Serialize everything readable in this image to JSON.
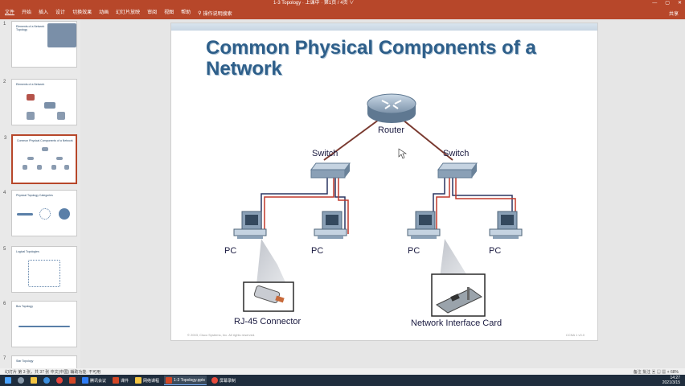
{
  "titlebar": {
    "doc_title": "1-3 Topology · 上课中 · 第1页 / 4页 ∨",
    "min": "—",
    "max": "▢",
    "close": "✕"
  },
  "ribbon": {
    "tabs": [
      "文件",
      "开始",
      "插入",
      "设计",
      "切换效果",
      "动画",
      "幻灯片放映",
      "审阅",
      "视图",
      "帮助"
    ],
    "search_label": "操作说明搜索",
    "share": "共享"
  },
  "thumbnails": [
    {
      "num": "1",
      "title": "Elements of a Network Topology"
    },
    {
      "num": "2",
      "title": "Elements of a Network"
    },
    {
      "num": "3",
      "title": "Common Physical Components of a Network"
    },
    {
      "num": "4",
      "title": "Physical Topology Categories"
    },
    {
      "num": "5",
      "title": "Logical Topologies"
    },
    {
      "num": "6",
      "title": "Bus Topology"
    },
    {
      "num": "7",
      "title": "Star Topology"
    }
  ],
  "slide": {
    "title": "Common Physical Components of a Network",
    "footer_left": "© 2003, Cisco Systems, Inc. All rights reserved.",
    "footer_right": "CCNA 1 v3.0"
  },
  "diagram": {
    "router_label": "Router",
    "switch_label": "Switch",
    "pc_label": "PC",
    "connector_label": "RJ-45 Connector",
    "nic_label": "Network Interface Card"
  },
  "statusbar": {
    "left": "幻灯片 第 3 张，共 37 张   中文(中国)   辅助功能: 不可用",
    "right": "备注   批注   ▣ ▤ ▦   +  68%"
  },
  "taskbar": {
    "items": [
      {
        "label": "",
        "icon": "windows-start-icon",
        "color": "#4aa3ff"
      },
      {
        "label": "",
        "icon": "search-icon",
        "color": "#8899aa"
      },
      {
        "label": "",
        "icon": "file-explorer-icon",
        "color": "#f4c542"
      },
      {
        "label": "",
        "icon": "browser-icon",
        "color": "#3b8ede"
      },
      {
        "label": "",
        "icon": "chrome-icon",
        "color": "#e8453c"
      },
      {
        "label": "",
        "icon": "wps-icon",
        "color": "#d24726"
      },
      {
        "label": "腾讯会议",
        "icon": "meeting-icon",
        "color": "#2d7cf6"
      },
      {
        "label": "课件",
        "icon": "ppt-icon",
        "color": "#d24726"
      },
      {
        "label": "网络课程",
        "icon": "folder-icon",
        "color": "#f4c542"
      },
      {
        "label": "1-3 Topology.pptx",
        "icon": "ppt-icon",
        "color": "#d24726"
      },
      {
        "label": "屏幕录制",
        "icon": "recorder-icon",
        "color": "#e84c3d"
      }
    ],
    "time": "14:27",
    "date": "2021/3/15"
  }
}
